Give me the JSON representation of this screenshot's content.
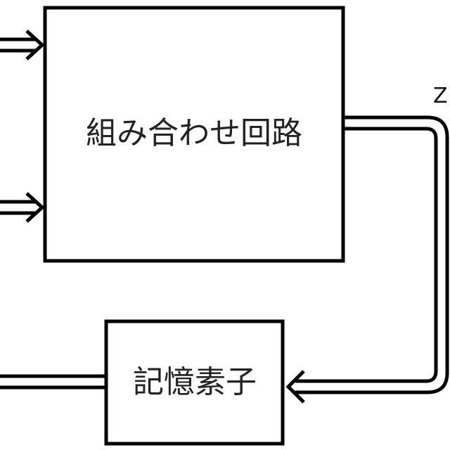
{
  "diagram": {
    "combinational_circuit": {
      "label": "組み合わせ回路"
    },
    "memory_element": {
      "label": "記憶素子"
    },
    "output_signal": {
      "label": "Z"
    },
    "colors": {
      "stroke": "#000000",
      "background": "#ffffff",
      "text": "#222222"
    }
  }
}
